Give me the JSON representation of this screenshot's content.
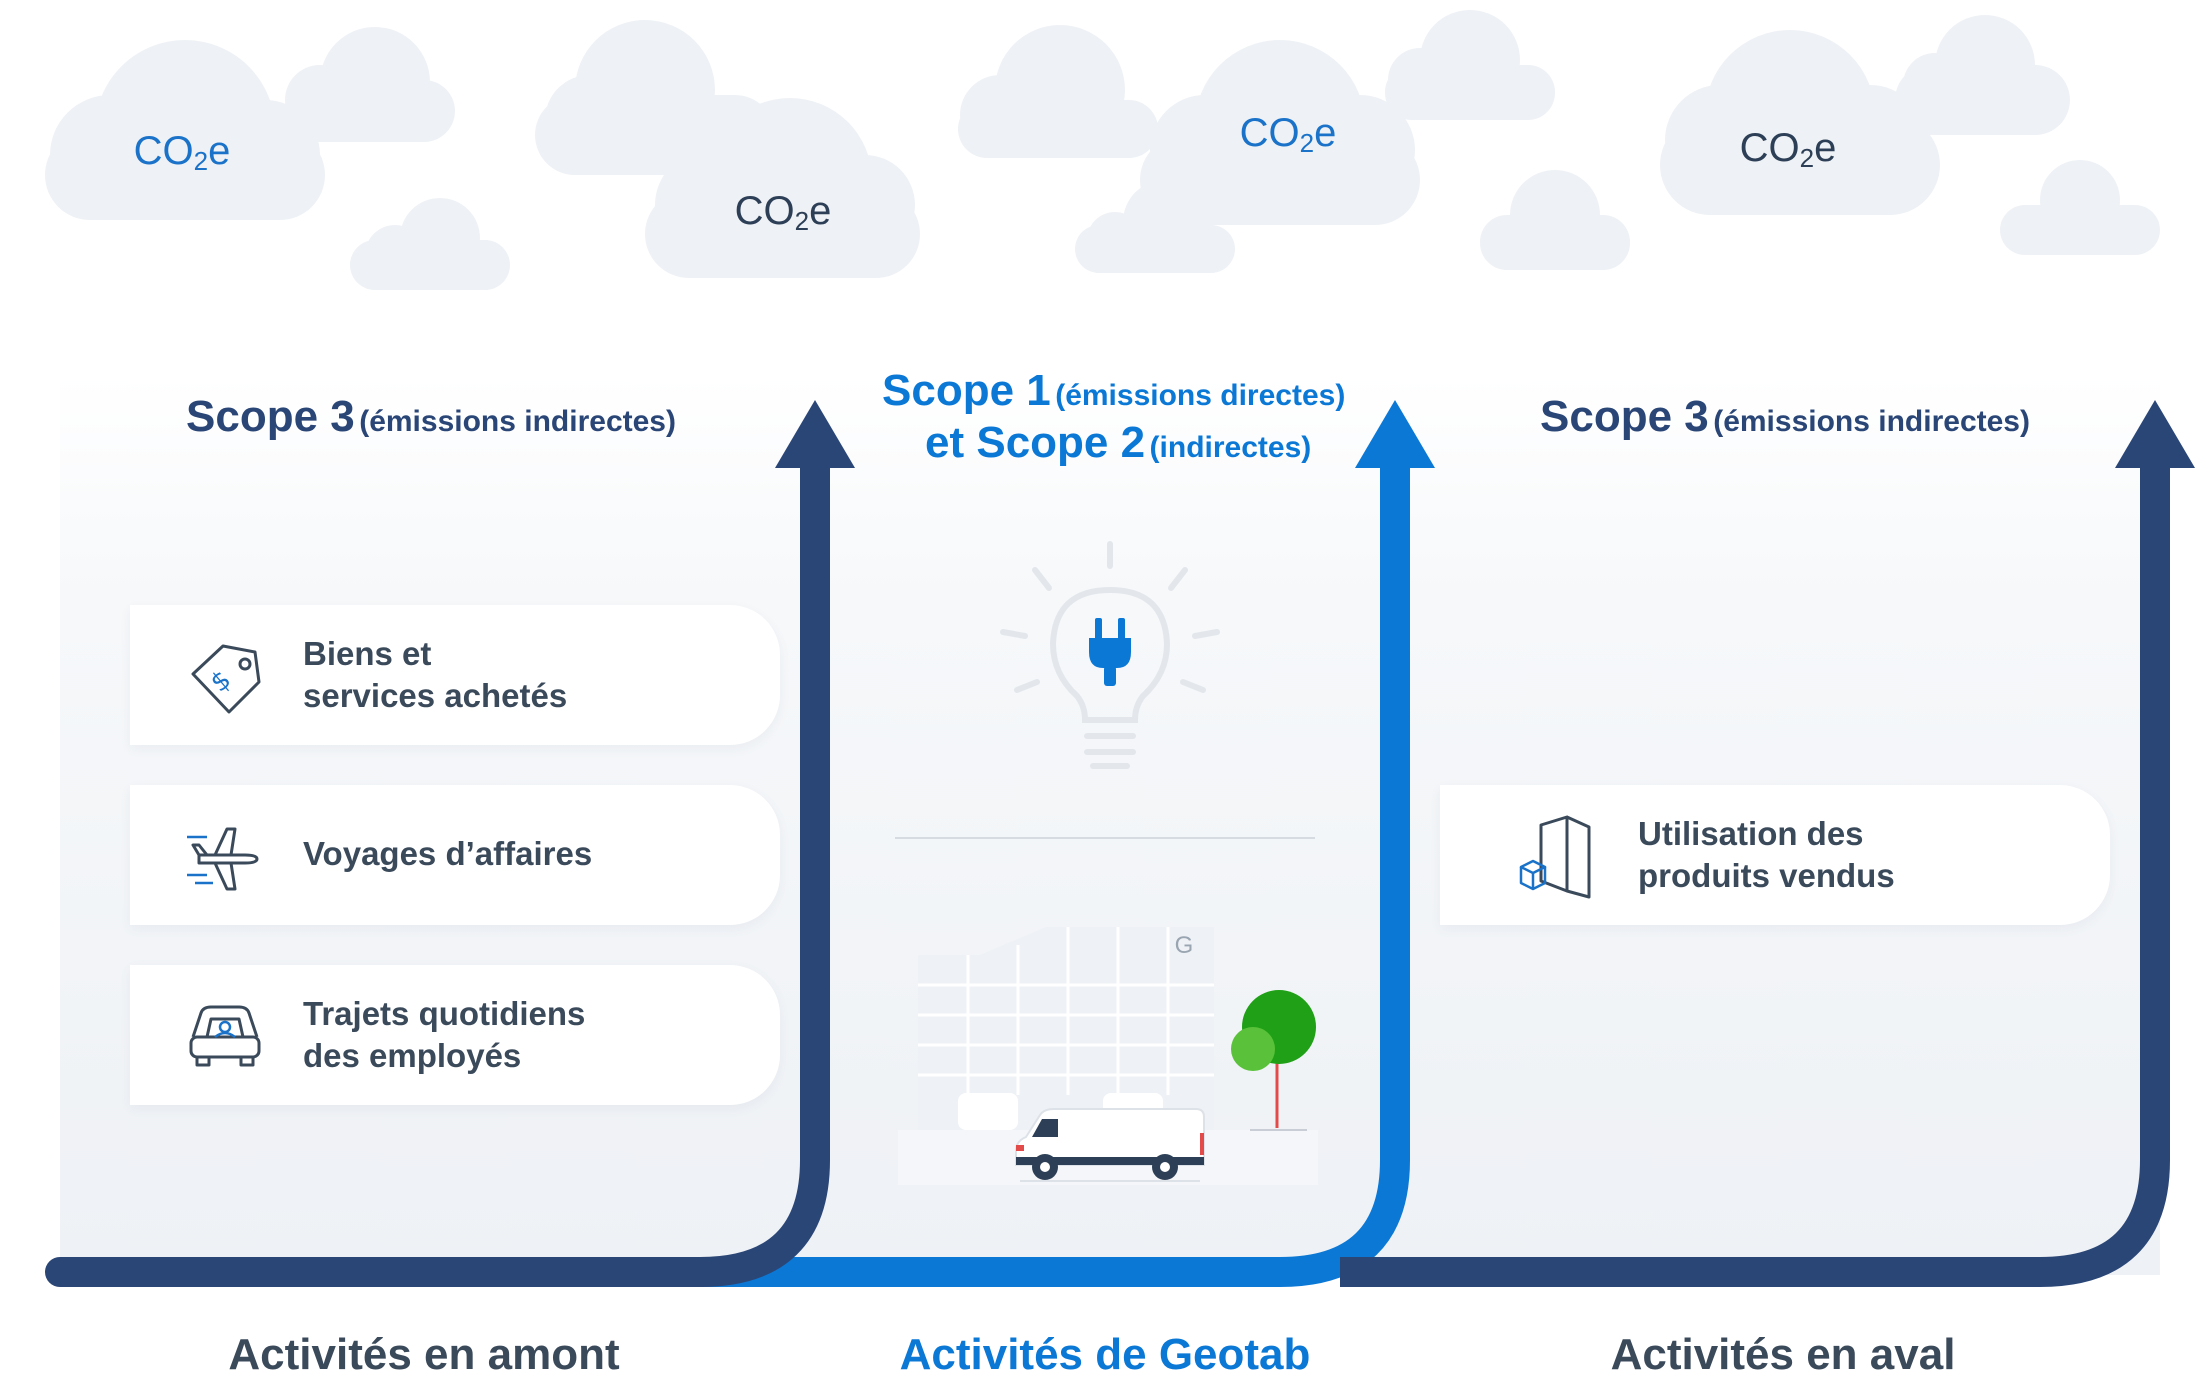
{
  "clouds": {
    "labels": [
      {
        "base": "CO",
        "sub": "2",
        "suffix": "e",
        "color": "#1a73c9"
      },
      {
        "base": "CO",
        "sub": "2",
        "suffix": "e",
        "color": "#2d3f56"
      },
      {
        "base": "CO",
        "sub": "2",
        "suffix": "e",
        "color": "#1a73c9"
      },
      {
        "base": "CO",
        "sub": "2",
        "suffix": "e",
        "color": "#2d3f56"
      }
    ]
  },
  "columns": {
    "upstream": {
      "scope_main": "Scope 3",
      "scope_note": "(émissions indirectes)",
      "bottom_label": "Activités en amont",
      "items": [
        {
          "icon": "price-tag-icon",
          "line1": "Biens et",
          "line2": "services achetés"
        },
        {
          "icon": "airplane-icon",
          "line1": "Voyages d’affaires",
          "line2": ""
        },
        {
          "icon": "car-icon",
          "line1": "Trajets quotidiens",
          "line2": "des employés"
        }
      ]
    },
    "geotab": {
      "scope_line1_main": "Scope 1",
      "scope_line1_note": "(émissions directes)",
      "scope_line2_main": "et Scope 2",
      "scope_line2_note": "(indirectes)",
      "building_logo": "G",
      "bottom_label": "Activités de Geotab"
    },
    "downstream": {
      "scope_main": "Scope 3",
      "scope_note": "(émissions indirectes)",
      "bottom_label": "Activités en aval",
      "items": [
        {
          "icon": "product-box-icon",
          "line1": "Utilisation des",
          "line2": "produits vendus"
        }
      ]
    }
  },
  "colors": {
    "navy": "#2a4677",
    "geotab_blue": "#0b78d6",
    "text_dark": "#3b4a5b",
    "cloud": "#eef1f5",
    "panel": "#f1f3f7"
  }
}
